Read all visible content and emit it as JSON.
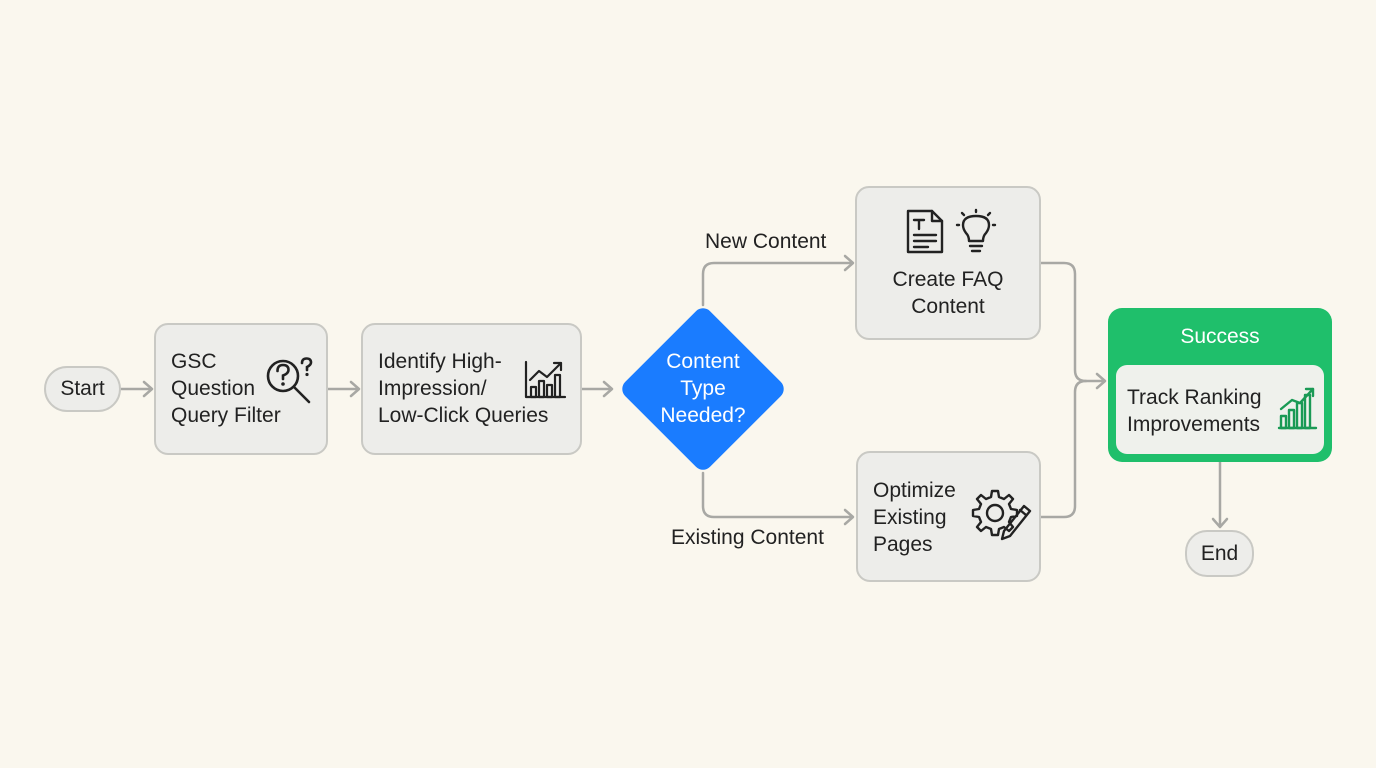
{
  "nodes": {
    "start": "Start",
    "gsc_filter": [
      "GSC",
      "Question",
      "Query Filter"
    ],
    "identify": [
      "Identify High-",
      "Impression/",
      "Low-Click Queries"
    ],
    "decision": [
      "Content",
      "Type",
      "Needed?"
    ],
    "create_faq": [
      "Create FAQ",
      "Content"
    ],
    "optimize": [
      "Optimize",
      "Existing",
      "Pages"
    ],
    "success_title": "Success",
    "track": [
      "Track Ranking",
      "Improvements"
    ],
    "end": "End"
  },
  "edge_labels": {
    "new_content": "New Content",
    "existing_content": "Existing Content"
  },
  "icons": {
    "gsc_filter": "question-search-icon",
    "identify": "bar-chart-trend-icon",
    "create_faq": [
      "document-icon",
      "lightbulb-icon"
    ],
    "optimize": "gear-pencil-icon",
    "track": "bar-chart-trend-icon"
  },
  "colors": {
    "background": "#faf7ee",
    "node_fill": "#ededea",
    "node_border": "#c9c9c4",
    "decision": "#1a7cff",
    "success": "#1fbf6b",
    "success_icon": "#1a9a55",
    "connector": "#a8a8a4"
  }
}
